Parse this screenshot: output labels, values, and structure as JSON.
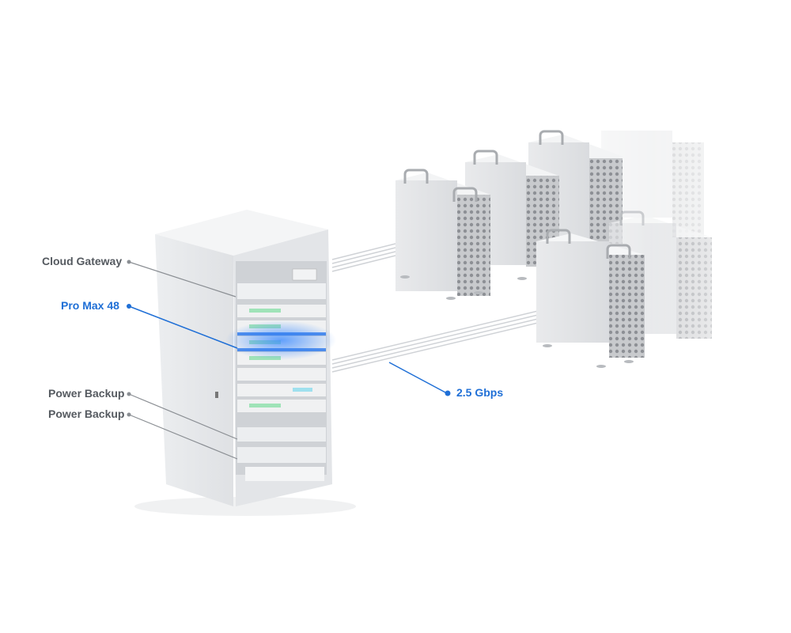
{
  "diagram": {
    "rack_labels": [
      {
        "text": "Cloud Gateway",
        "highlight": false
      },
      {
        "text": "Pro Max 48",
        "highlight": true
      },
      {
        "text": "Power Backup",
        "highlight": false
      },
      {
        "text": "Power Backup",
        "highlight": false
      }
    ],
    "link_label": "2.5 Gbps",
    "colors": {
      "accent": "#1f6fd6",
      "label_gray": "#555a60",
      "leader_gray": "#8a8e93",
      "device_silver": "#e4e5e7"
    },
    "server_count": 7
  }
}
